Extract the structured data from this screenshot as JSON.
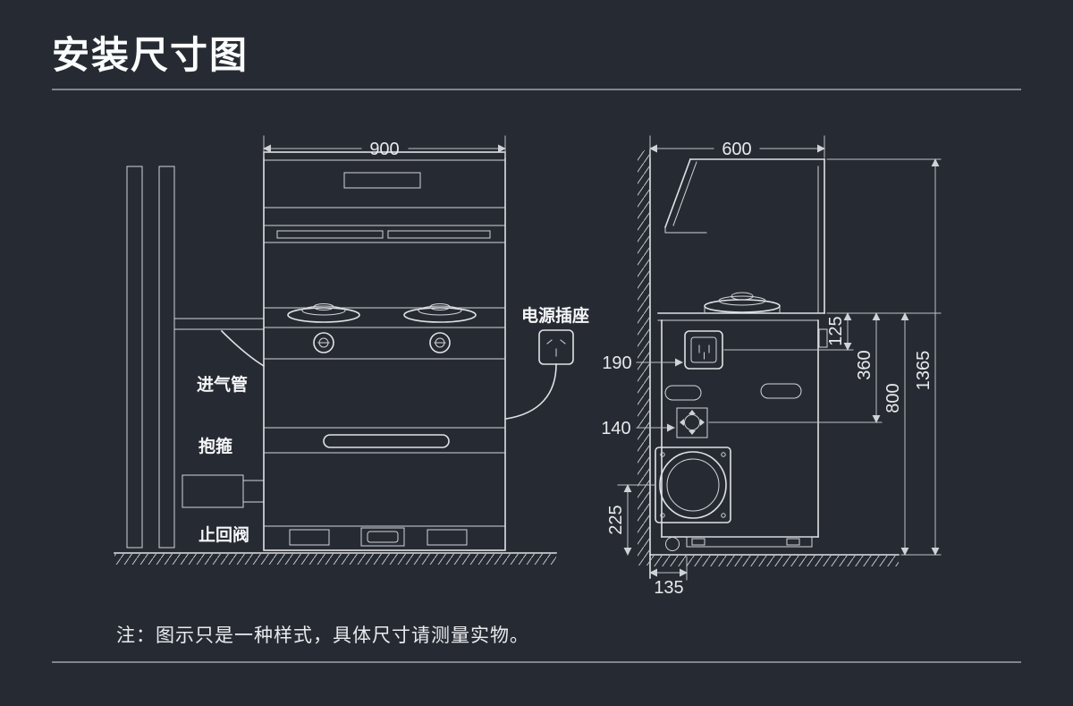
{
  "page": {
    "title": "安装尺寸图",
    "note": "注：图示只是一种样式，具体尺寸请测量实物。"
  },
  "front_view": {
    "labels": {
      "power_socket": "电源插座",
      "air_inlet_pipe": "进气管",
      "clamp": "抱箍",
      "check_valve": "止回阀"
    },
    "dimensions": {
      "width": "900"
    }
  },
  "side_view": {
    "dimensions": {
      "depth": "600",
      "socket_drop_from_counter": "125",
      "valve_drop_from_counter": "360",
      "counter_height": "800",
      "total_height": "1365",
      "socket_offset_from_wall": "190",
      "valve_offset_from_wall": "140",
      "duct_center_above_floor": "225",
      "duct_center_from_wall": "135"
    }
  },
  "colors": {
    "background": "#262b33",
    "line": "#dfe2e5",
    "dim_text": "#e7e9ec",
    "label_text": "#f5f6f8",
    "divider": "#82858b"
  }
}
